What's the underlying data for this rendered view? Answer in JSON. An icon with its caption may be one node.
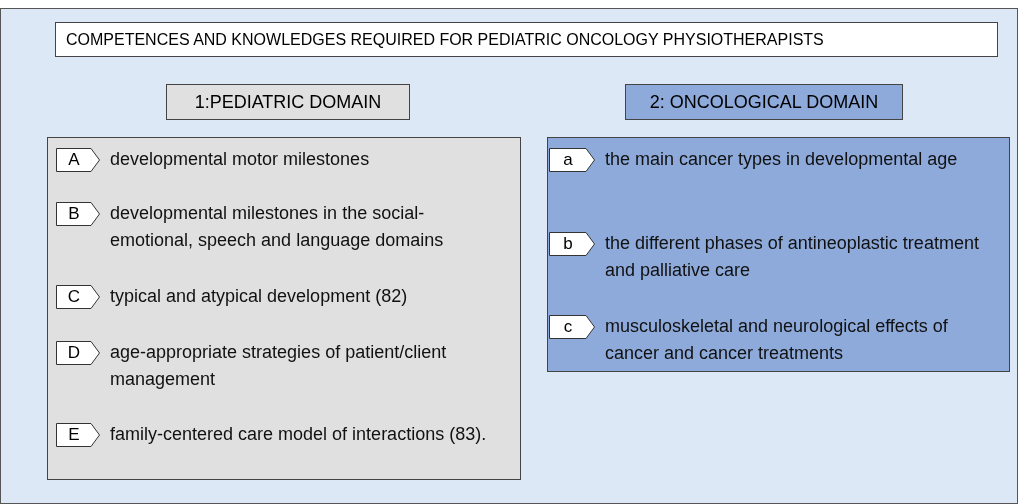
{
  "diagram": {
    "nodes": [
      {
        "text": [
          "COMPETENCES AND KNOWLEDGES REQUIRED FOR PEDIATRIC ONCOLOGY PHYSIOTHERAPISTS"
        ]
      },
      {
        "text": [
          "1:PEDIATRIC DOMAIN"
        ]
      },
      {
        "text": [
          "2: ONCOLOGICAL DOMAIN"
        ]
      },
      {
        "text": [],
        "shape": "box"
      },
      {
        "text": [
          "A"
        ],
        "in": 3,
        "beside": [
          "developmental motor milestones"
        ]
      },
      {
        "text": [
          "B"
        ],
        "in": 3,
        "beside": [
          "developmental milestones in the social-emotional, speech and language domains"
        ]
      },
      {
        "text": [
          "C"
        ],
        "in": 3,
        "beside": [
          "typical and atypical development (82)"
        ]
      },
      {
        "text": [
          "D"
        ],
        "in": 3,
        "beside": [
          "age-appropriate strategies of patient/client management"
        ]
      },
      {
        "text": [
          "E"
        ],
        "in": 3,
        "beside": [
          "family-centered care model of interactions (83)."
        ]
      },
      {
        "text": [],
        "shape": "box"
      },
      {
        "text": [
          "a"
        ],
        "in": 9,
        "beside": [
          "the main cancer types in developmental age"
        ]
      },
      {
        "text": [
          "b"
        ],
        "in": 9,
        "beside": [
          "the different phases of antineoplastic treatment and palliative care"
        ]
      },
      {
        "text": [
          "c"
        ],
        "in": 9,
        "beside": [
          "musculoskeletal and neurological effects of cancer and cancer treatments"
        ]
      }
    ],
    "edges": []
  }
}
